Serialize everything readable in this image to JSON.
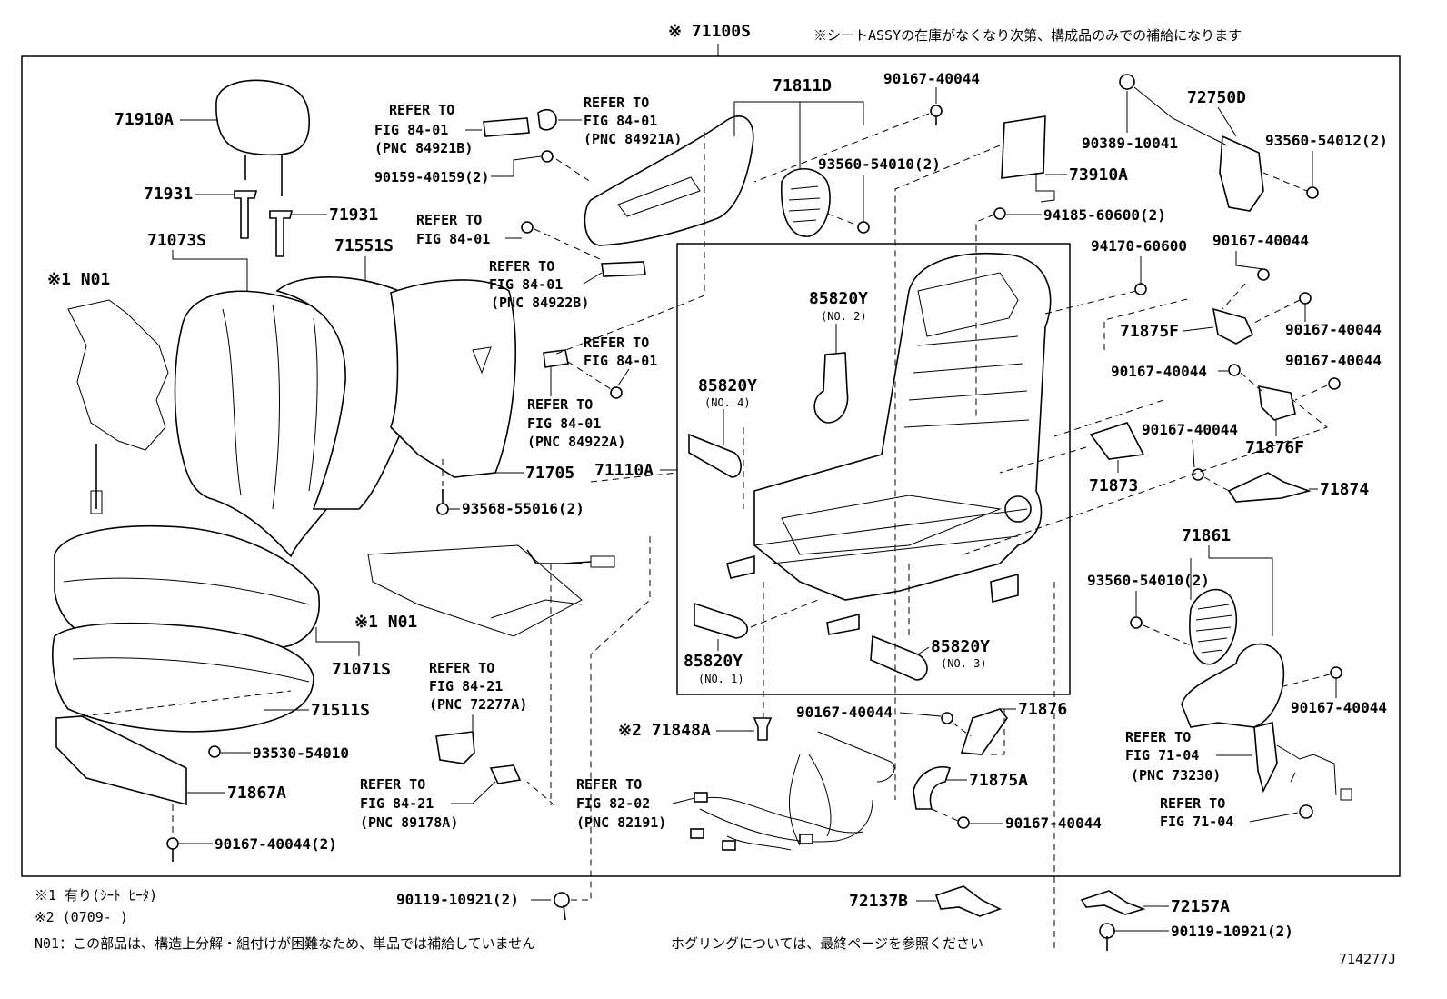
{
  "header": {
    "assy_code": "※ 71100S",
    "assy_note": "※シートASSYの在庫がなくなり次第、構成品のみでの補給になります"
  },
  "labels": {
    "l71910A": "71910A",
    "l71931a": "71931",
    "l71931b": "71931",
    "l71073S": "71073S",
    "lN01a": "※1 N01",
    "l71551S": "71551S",
    "l71705": "71705",
    "l93568": "93568-55016(2)",
    "lN01b": "※1 N01",
    "l71071S": "71071S",
    "l71511S": "71511S",
    "l93530": "93530-54010",
    "l71867A": "71867A",
    "l90167_2": "90167-40044(2)",
    "r1_a": "REFER TO",
    "r1_b": "FIG 84-01",
    "r1_c": "(PNC 84921B)",
    "r2_a": "REFER TO",
    "r2_b": "FIG 84-01",
    "r2_c": "(PNC 84921A)",
    "l90159": "90159-40159(2)",
    "r3_a": "REFER TO",
    "r3_b": "FIG 84-01",
    "r4_a": "REFER TO",
    "r4_b": "FIG 84-01",
    "r4_c": "(PNC 84922B)",
    "r5_a": "REFER TO",
    "r5_b": "FIG 84-01",
    "r6_a": "REFER TO",
    "r6_b": "FIG 84-01",
    "r6_c": "(PNC 84922A)",
    "l71811D": "71811D",
    "l90167_top": "90167-40044",
    "l93560_54010a": "93560-54010(2)",
    "l73910A": "73910A",
    "l94185": "94185-60600(2)",
    "l72750D": "72750D",
    "l90389": "90389-10041",
    "l93560_54012": "93560-54012(2)",
    "l94170": "94170-60600",
    "l90167_r1": "90167-40044",
    "l90167_r2": "90167-40044",
    "l71875F": "71875F",
    "l90167_r3": "90167-40044",
    "l90167_r4": "90167-40044",
    "l71876F": "71876F",
    "l90167_r5": "90167-40044",
    "l71873": "71873",
    "l71874": "71874",
    "l71861": "71861",
    "l93560_54010b": "93560-54010(2)",
    "l90167_r6": "90167-40044",
    "r7_a": "REFER TO",
    "r7_b": "FIG 71-04",
    "r7_c": "(PNC 73230)",
    "r8_a": "REFER TO",
    "r8_b": "FIG 71-04",
    "m1_a": "85820Y",
    "m1_b": "(NO. 2)",
    "m2_a": "85820Y",
    "m2_b": "(NO. 4)",
    "l71110A": "71110A",
    "m3_a": "85820Y",
    "m3_b": "(NO. 1)",
    "m4_a": "85820Y",
    "m4_b": "(NO. 3)",
    "r9_a": "REFER TO",
    "r9_b": "FIG 84-21",
    "r9_c": "(PNC 72277A)",
    "r10_a": "REFER TO",
    "r10_b": "FIG 84-21",
    "r10_c": "(PNC 89178A)",
    "l71848A": "※2  71848A",
    "r11_a": "REFER TO",
    "r11_b": "FIG 82-02",
    "r11_c": "(PNC 82191)",
    "l90167_m": "90167-40044",
    "l71876": "71876",
    "l71875A": "71875A",
    "l90167_b": "90167-40044",
    "l90119a": "90119-10921(2)",
    "l72137B": "72137B",
    "l72157A": "72157A",
    "l90119b": "90119-10921(2)"
  },
  "footnotes": {
    "n1": "※1 有り(ｼｰﾄ ﾋｰﾀ)",
    "n2": "※2 (0709-    )",
    "n3": "N01：この部品は、構造上分解・組付けが困難なため、単品では補給していません",
    "n4": "ホグリングについては、最終ページを参照ください"
  },
  "figure_code": "714277J"
}
